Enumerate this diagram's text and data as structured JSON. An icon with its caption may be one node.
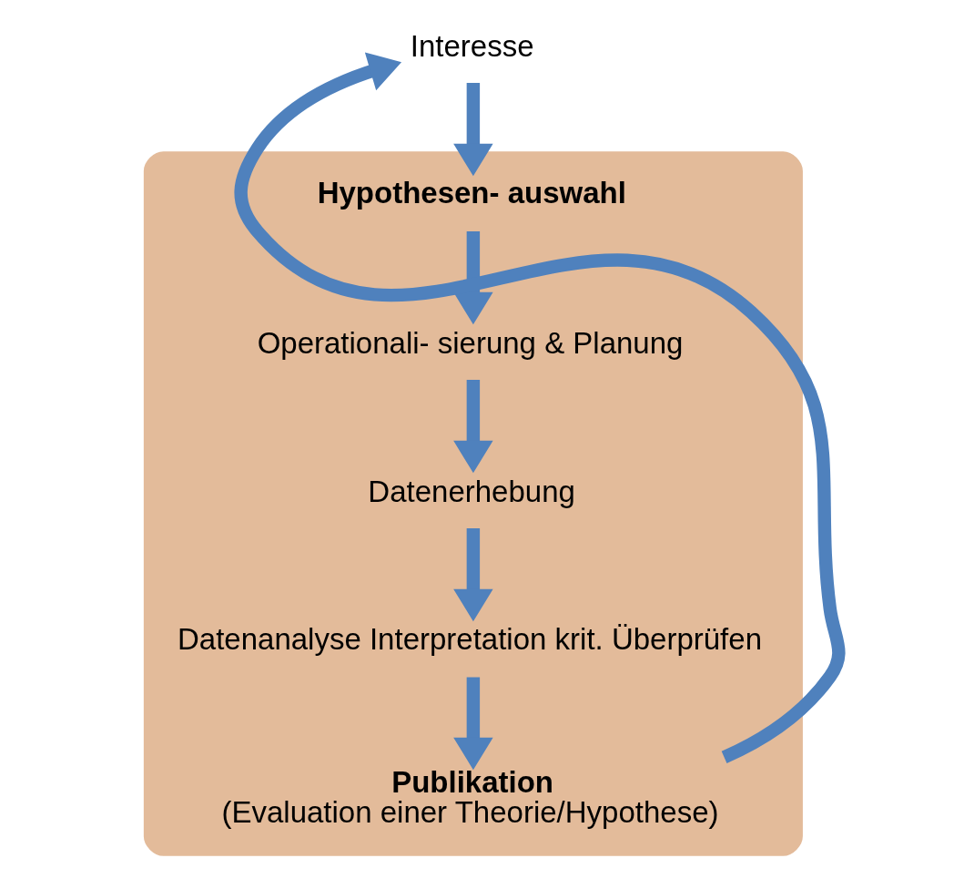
{
  "diagram": {
    "nodes": [
      {
        "text": [],
        "shape": "band"
      },
      {
        "text": [
          "Interesse"
        ]
      },
      {
        "text": [
          "Hypothesen- auswahl"
        ],
        "in": 0
      },
      {
        "text": [
          "Operationali- sierung & Planung"
        ],
        "in": 0
      },
      {
        "text": [
          "Datenerhebung"
        ],
        "in": 0
      },
      {
        "text": [
          "Datenanalyse Interpretation krit. Überprüfen"
        ],
        "in": 0
      },
      {
        "text": [
          "Publikation",
          "(Evaluation einer Theorie/Hypothese)"
        ],
        "in": 0
      }
    ],
    "edges": [
      {
        "from": 1,
        "to": 2,
        "arrow": "to"
      },
      {
        "from": 2,
        "to": 3,
        "arrow": "to"
      },
      {
        "from": 3,
        "to": 4,
        "arrow": "to"
      },
      {
        "from": 4,
        "to": 5,
        "arrow": "to"
      },
      {
        "from": 5,
        "to": 6,
        "arrow": "to"
      },
      {
        "from": 6,
        "to": 1,
        "arrow": "to"
      }
    ]
  }
}
